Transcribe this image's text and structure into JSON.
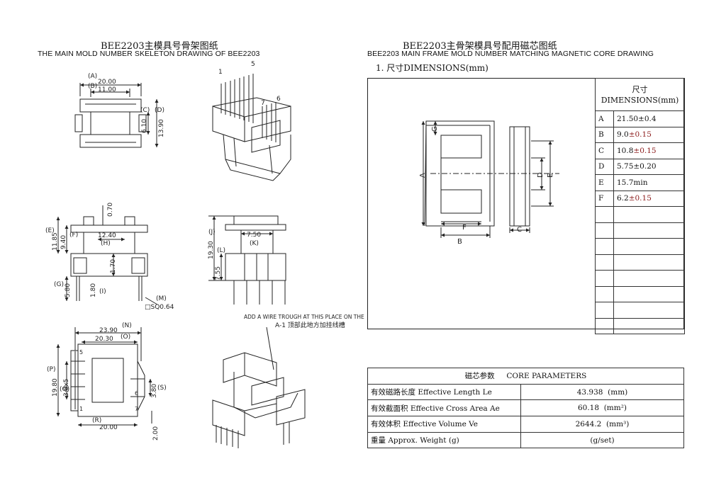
{
  "left_title": {
    "cn": "BEE2203主模具号骨架图纸",
    "en": "THE MAIN MOLD NUMBER SKELETON DRAWING OF BEE2203"
  },
  "right_title": {
    "cn": "BEE2203主骨架模具号配用磁芯图纸",
    "en": "BEE2203 MAIN FRAME MOLD NUMBER MATCHING MAGNETIC CORE DRAWING"
  },
  "section_title": "1. 尺寸DIMENSIONS(mm)",
  "front_view": {
    "dims": [
      "20.00",
      "11.00",
      "6.10",
      "13.90"
    ],
    "tags": [
      "(A)",
      "(B)",
      "(C)",
      "(D)"
    ]
  },
  "iso_pin_labels": [
    "1",
    "5",
    "6",
    "7"
  ],
  "side_view": {
    "dims": [
      "0.70",
      "11.85",
      "9.40",
      "12.40",
      "1.70",
      "5.80",
      "1.80",
      "□SQ0.64"
    ],
    "tags": [
      "(E)",
      "(F)",
      "(H)",
      "(G)",
      "(I)",
      "(M)"
    ]
  },
  "end_view": {
    "dims": [
      "19.30",
      "7.55",
      "7.50"
    ],
    "tags": [
      "(J)",
      "(L)",
      "(K)"
    ]
  },
  "bottom_view": {
    "dims": [
      "23.90",
      "20.30",
      "19.80",
      "3.8x5",
      "3.80",
      "20.00",
      "2.00"
    ],
    "tags": [
      "(N)",
      "(O)",
      "(P)",
      "(Q)",
      "(S)",
      "(R)"
    ],
    "pins": [
      "5",
      "1",
      "6",
      "7"
    ]
  },
  "annotation": {
    "en": "ADD A WIRE TROUGH AT THIS PLACE ON THE TOP",
    "cn": "A-1 顶部此地方加挂线槽"
  },
  "core_labels": [
    "A",
    "B",
    "C",
    "D",
    "E",
    "F",
    "G"
  ],
  "dimensions_table": {
    "header_cn": "尺寸",
    "header_en": "DIMENSIONS(mm)",
    "rows": [
      {
        "label": "A",
        "base": "21.50±0.4",
        "tol": ""
      },
      {
        "label": "B",
        "base": "9.0",
        "tol": "±0.15"
      },
      {
        "label": "C",
        "base": "10.8",
        "tol": "±0.15"
      },
      {
        "label": "D",
        "base": "5.75±0.20",
        "tol": ""
      },
      {
        "label": "E",
        "base": "15.7min",
        "tol": ""
      },
      {
        "label": "F",
        "base": "6.2",
        "tol": "±0.15"
      }
    ]
  },
  "core_parameters": {
    "header_cn": "磁芯参数",
    "header_en": "CORE PARAMETERS",
    "rows": [
      {
        "name": "有效磁路长度 Effective Length  Le",
        "value": "43.938",
        "unit": "(mm)"
      },
      {
        "name": "有效截面积 Effective Cross Area Ae",
        "value": "60.18",
        "unit": "(mm²)"
      },
      {
        "name": "有效体积 Effective Volume Ve",
        "value": "2644.2",
        "unit": "(mm³)"
      },
      {
        "name": "重量 Approx. Weight (g)",
        "value": "",
        "unit": "(g/set)"
      }
    ]
  }
}
